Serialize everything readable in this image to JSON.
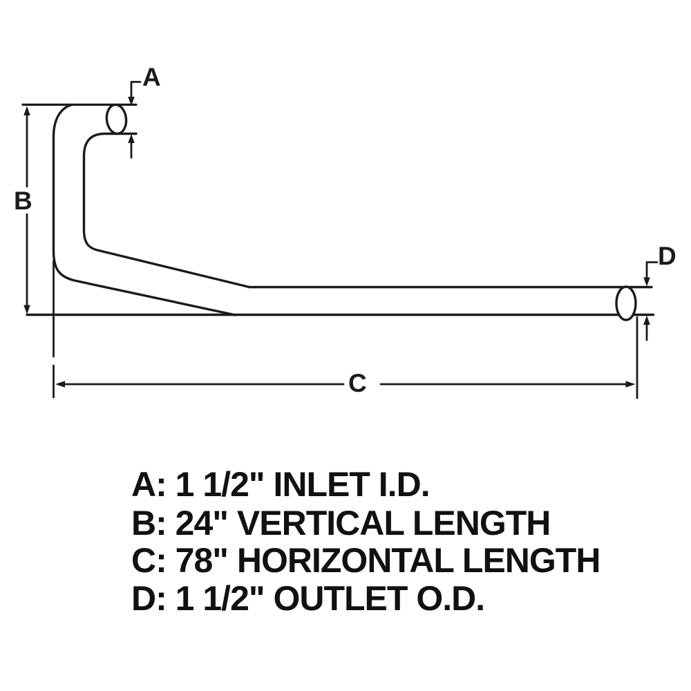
{
  "diagram": {
    "title": "pipe-dimension-drawing",
    "ink_color": "#1b1b1b",
    "background_color": "#ffffff",
    "dim_labels": {
      "a": "A",
      "b": "B",
      "c": "C",
      "d": "D"
    }
  },
  "legend": {
    "items": [
      {
        "label": "A:",
        "text": "1 1/2\" INLET I.D."
      },
      {
        "label": "B:",
        "text": "24\" VERTICAL LENGTH"
      },
      {
        "label": "C:",
        "text": "78\" HORIZONTAL LENGTH"
      },
      {
        "label": "D:",
        "text": "1 1/2\" OUTLET O.D."
      }
    ]
  }
}
